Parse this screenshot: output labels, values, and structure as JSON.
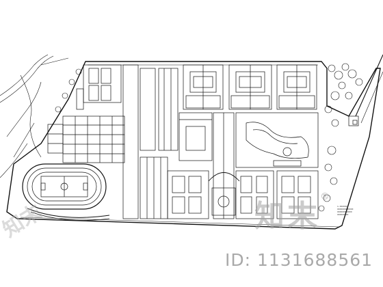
{
  "watermark": {
    "logo_text": "知末",
    "logo_mark": "®",
    "id_text": "ID: 1131688561"
  },
  "plan_notes": {
    "lines": [
      "1.XXXXXX",
      "XXXXXXXXXXXXX",
      "XXXXXXXXXXXX",
      "XXXXXXXXX"
    ]
  },
  "colors": {
    "line": "#111111",
    "paper": "#ffffff",
    "watermark": "#a0a0a0"
  }
}
